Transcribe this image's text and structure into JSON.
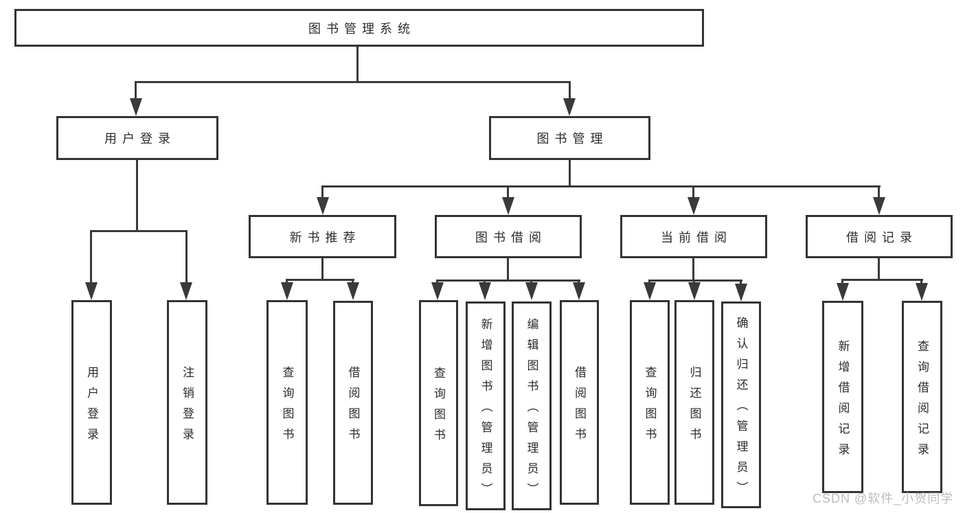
{
  "tree": {
    "label": "图书管理系统",
    "children": [
      {
        "label": "用户登录",
        "children": [
          {
            "label": "用户登录"
          },
          {
            "label": "注销登录"
          }
        ]
      },
      {
        "label": "图书管理",
        "children": [
          {
            "label": "新书推荐",
            "children": [
              {
                "label": "查询图书"
              },
              {
                "label": "借阅图书"
              }
            ]
          },
          {
            "label": "图书借阅",
            "children": [
              {
                "label": "查询图书"
              },
              {
                "label": "新增图书（管理员）"
              },
              {
                "label": "编辑图书（管理员）"
              },
              {
                "label": "借阅图书"
              }
            ]
          },
          {
            "label": "当前借阅",
            "children": [
              {
                "label": "查询图书"
              },
              {
                "label": "归还图书"
              },
              {
                "label": "确认归还（管理员）"
              }
            ]
          },
          {
            "label": "借阅记录",
            "children": [
              {
                "label": "新增借阅记录"
              },
              {
                "label": "查询借阅记录"
              }
            ]
          }
        ]
      }
    ]
  },
  "watermark": {
    "text": "CSDN @软件_小贺同学"
  },
  "colors": {
    "line": "#3a3a3a",
    "border": "#333333",
    "text": "#2b2b2b",
    "watermark": "#bdbdbd",
    "background": "#ffffff"
  }
}
